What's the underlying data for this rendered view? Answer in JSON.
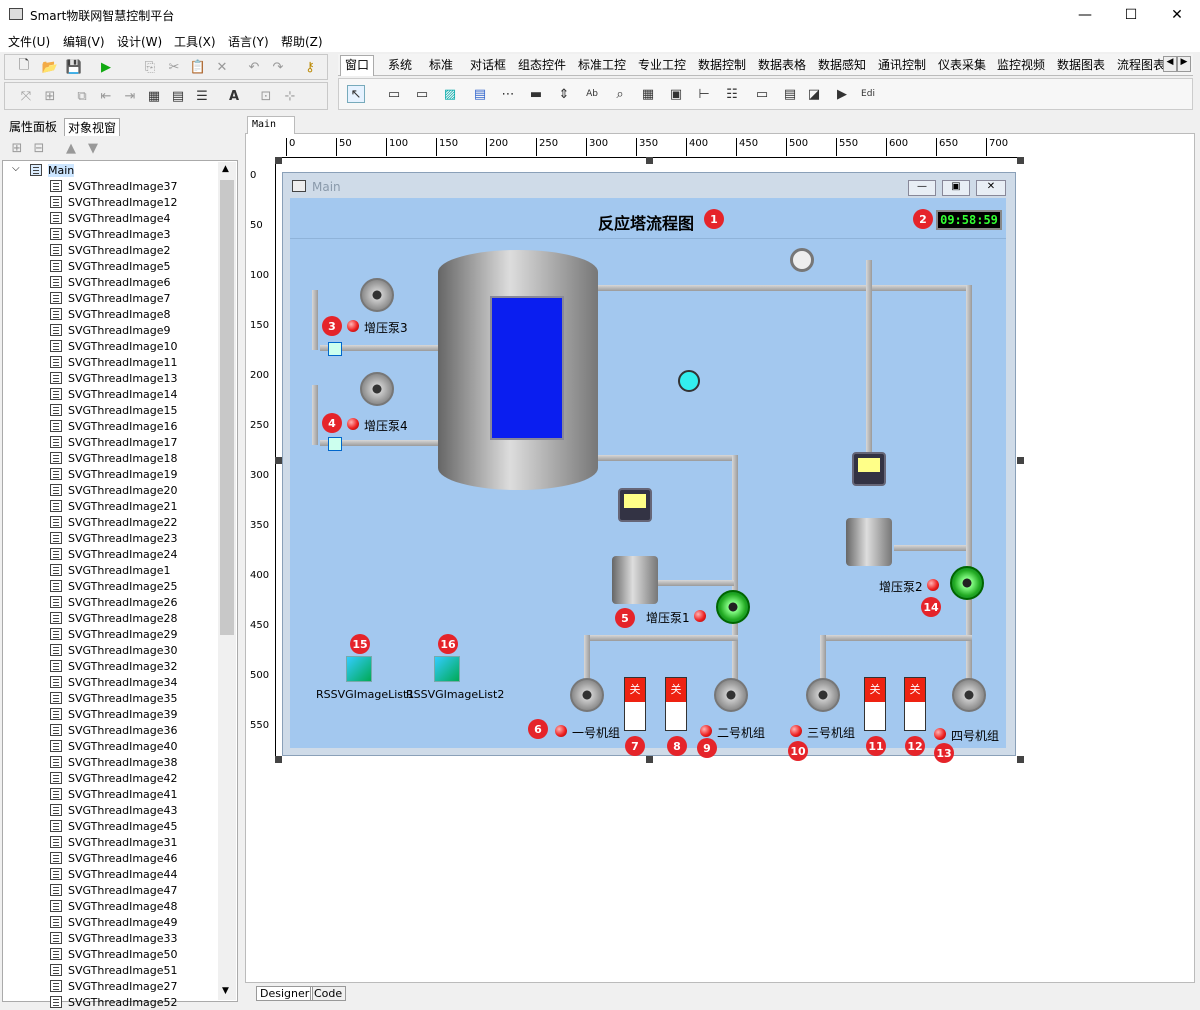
{
  "app": {
    "title": "Smart物联网智慧控制平台",
    "min": "—",
    "max": "☐",
    "close": "✕"
  },
  "menu": [
    "文件(U)",
    "编辑(V)",
    "设计(W)",
    "工具(X)",
    "语言(Y)",
    "帮助(Z)"
  ],
  "component_tabs": [
    "窗口",
    "系统",
    "标准",
    "对话框",
    "组态控件",
    "标准工控",
    "专业工控",
    "数据控制",
    "数据表格",
    "数据感知",
    "通讯控制",
    "仪表采集",
    "监控视频",
    "数据图表",
    "流程图表"
  ],
  "left_tabs": [
    "属性面板",
    "对象视窗"
  ],
  "tree": {
    "root": "Main",
    "items": [
      "SVGThreadImage37",
      "SVGThreadImage12",
      "SVGThreadImage4",
      "SVGThreadImage3",
      "SVGThreadImage2",
      "SVGThreadImage5",
      "SVGThreadImage6",
      "SVGThreadImage7",
      "SVGThreadImage8",
      "SVGThreadImage9",
      "SVGThreadImage10",
      "SVGThreadImage11",
      "SVGThreadImage13",
      "SVGThreadImage14",
      "SVGThreadImage15",
      "SVGThreadImage16",
      "SVGThreadImage17",
      "SVGThreadImage18",
      "SVGThreadImage19",
      "SVGThreadImage20",
      "SVGThreadImage21",
      "SVGThreadImage22",
      "SVGThreadImage23",
      "SVGThreadImage24",
      "SVGThreadImage1",
      "SVGThreadImage25",
      "SVGThreadImage26",
      "SVGThreadImage28",
      "SVGThreadImage29",
      "SVGThreadImage30",
      "SVGThreadImage32",
      "SVGThreadImage34",
      "SVGThreadImage35",
      "SVGThreadImage39",
      "SVGThreadImage36",
      "SVGThreadImage40",
      "SVGThreadImage38",
      "SVGThreadImage42",
      "SVGThreadImage41",
      "SVGThreadImage43",
      "SVGThreadImage45",
      "SVGThreadImage31",
      "SVGThreadImage46",
      "SVGThreadImage44",
      "SVGThreadImage47",
      "SVGThreadImage48",
      "SVGThreadImage49",
      "SVGThreadImage33",
      "SVGThreadImage50",
      "SVGThreadImage51",
      "SVGThreadImage27",
      "SVGThreadImage52"
    ]
  },
  "designer": {
    "tab": "Main",
    "bottom_tabs": [
      "Designer",
      "Code"
    ]
  },
  "ruler": {
    "h": [
      "0",
      "50",
      "100",
      "150",
      "200",
      "250",
      "300",
      "350",
      "400",
      "450",
      "500",
      "550",
      "600",
      "650",
      "700"
    ],
    "v": [
      "0",
      "50",
      "100",
      "150",
      "200",
      "250",
      "300",
      "350",
      "400",
      "450",
      "500",
      "550"
    ]
  },
  "form": {
    "title": "Main",
    "heading": "反应塔流程图",
    "clock": "09:58:59",
    "switch_label": "关",
    "labels": {
      "pump3": "增压泵3",
      "pump4": "增压泵4",
      "pump1": "增压泵1",
      "pump2": "增压泵2",
      "unit1": "一号机组",
      "unit2": "二号机组",
      "unit3": "三号机组",
      "unit4": "四号机组",
      "list1": "RSSVGImageList1",
      "list2": "RSSVGImageList2"
    },
    "badges": [
      "1",
      "2",
      "3",
      "4",
      "5",
      "6",
      "7",
      "8",
      "9",
      "10",
      "11",
      "12",
      "13",
      "14",
      "15",
      "16"
    ]
  }
}
